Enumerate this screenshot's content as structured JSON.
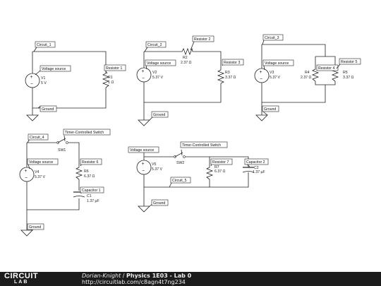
{
  "circuit1": {
    "tag": "Circuit_1",
    "source_tag": "Voltage source",
    "source_name": "V1",
    "source_value": "5 V",
    "resistor_tag": "Resistor 1",
    "resistor_name": "R1",
    "resistor_value": "1 Ω",
    "ground_tag": "Ground"
  },
  "circuit2": {
    "tag": "Circuit_2",
    "source_tag": "Voltage source",
    "source_name": "V2",
    "source_value": "5.37 V",
    "r2_tag": "Resistor 2",
    "r2_name": "R2",
    "r2_value": "2.37 Ω",
    "r3_tag": "Resistor 3",
    "r3_name": "R3",
    "r3_value": "3.37 Ω",
    "ground_tag": "Ground"
  },
  "circuit3": {
    "tag": "Circuit_3",
    "source_tag": "Voltage source",
    "source_name": "V3",
    "source_value": "5.37 V",
    "r4_tag": "Resistor 4",
    "r4_name": "R4",
    "r4_value": "2.37 Ω",
    "r5_tag": "Resistor 5",
    "r5_name": "R5",
    "r5_value": "3.37 Ω",
    "ground_tag": "Ground"
  },
  "circuit4": {
    "tag": "Circuit_4",
    "switch_tag": "Timer-Controlled Switch",
    "switch_name": "SW1",
    "source_tag": "Voltage source",
    "source_name": "V4",
    "source_value": "5.37 V",
    "r6_tag": "Resistor 6",
    "r6_name": "R6",
    "r6_value": "6.37 Ω",
    "c1_tag": "Capacitor 1",
    "c1_name": "C1",
    "c1_value": "1.37 µF",
    "ground_tag": "Ground"
  },
  "circuit5": {
    "tag": "Circuit_5",
    "switch_tag": "Timer-Controlled Switch",
    "switch_name": "SW2",
    "source_tag": "Voltage source",
    "source_name": "V5",
    "source_value": "5.37 V",
    "r7_tag": "Resistor 7",
    "r7_name": "R7",
    "r7_value": "6.37 Ω",
    "c2_tag": "Capacitor 2",
    "c2_name": "C2",
    "c2_value": "1.37 µF",
    "ground_tag": "Ground"
  },
  "footer": {
    "logo_top": "CIRCUIT",
    "logo_bottom": "LAB",
    "author": "Dorian-Knight",
    "separator": " / ",
    "title": "Physics 1E03 - Lab 0",
    "url": "http://circuitlab.com/c8agn4t7ng234"
  }
}
